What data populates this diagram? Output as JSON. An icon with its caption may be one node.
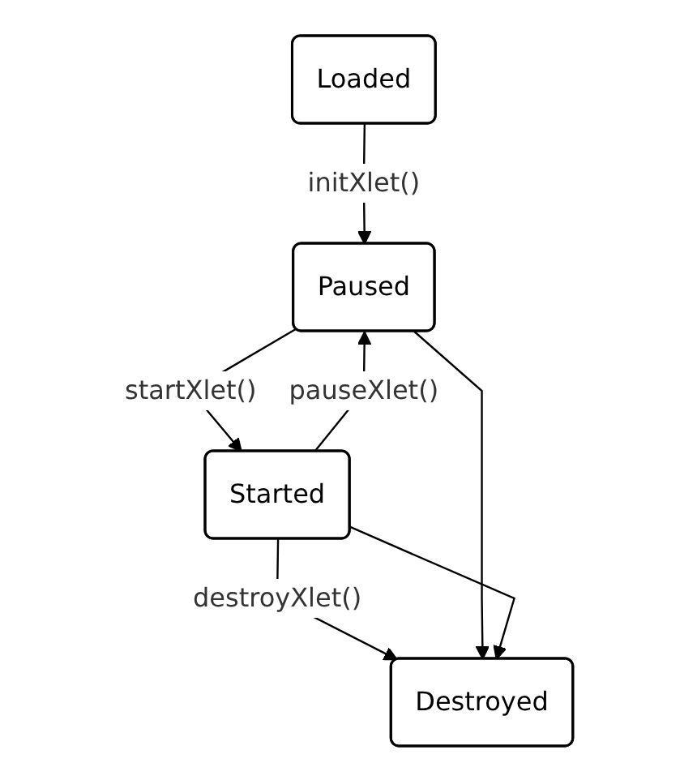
{
  "diagram": {
    "nodes": [
      {
        "text": [
          "Loaded"
        ]
      },
      {
        "text": [
          "Paused"
        ]
      },
      {
        "text": [
          "Started"
        ]
      },
      {
        "text": [
          "Destroyed"
        ]
      }
    ],
    "edges": [
      {
        "from": 0,
        "to": 1,
        "arrow": "to",
        "label": "initXlet()"
      },
      {
        "from": 1,
        "to": 2,
        "arrow": "to",
        "label": "startXlet()"
      },
      {
        "from": 2,
        "to": 1,
        "arrow": "to",
        "label": "pauseXlet()"
      },
      {
        "from": 2,
        "to": 3,
        "arrow": "to",
        "label": "destroyXlet()"
      },
      {
        "from": 1,
        "to": 3,
        "arrow": "to"
      },
      {
        "from": 2,
        "to": 3,
        "arrow": "to"
      }
    ]
  }
}
